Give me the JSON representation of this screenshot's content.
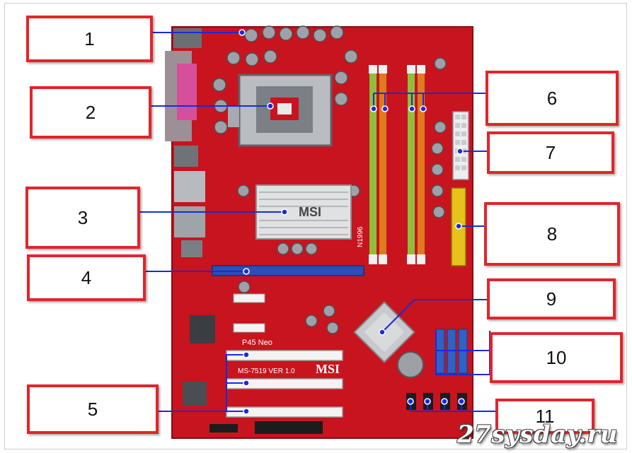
{
  "callouts": [
    {
      "id": "1",
      "label": "1"
    },
    {
      "id": "2",
      "label": "2"
    },
    {
      "id": "3",
      "label": "3"
    },
    {
      "id": "4",
      "label": "4"
    },
    {
      "id": "5",
      "label": "5"
    },
    {
      "id": "6",
      "label": "6"
    },
    {
      "id": "7",
      "label": "7"
    },
    {
      "id": "8",
      "label": "8"
    },
    {
      "id": "9",
      "label": "9"
    },
    {
      "id": "10",
      "label": "10"
    },
    {
      "id": "11",
      "label": "11"
    }
  ],
  "board": {
    "heatsink_brand": "MSI",
    "model_text": "MS-7519 VER 1.0",
    "board_name": "P45 Neo",
    "pcb_brand": "MSI",
    "ram_label": "N1996"
  },
  "watermark": "27sysday.ru",
  "colors": {
    "pcb": "#c8141e",
    "callout_border": "#e3242b",
    "leader": "#1a2bd6",
    "pcie": "#2a4fb5",
    "dimm_green": "#8fbf3a",
    "dimm_orange": "#e07a1e",
    "ide": "#e6c21a"
  }
}
